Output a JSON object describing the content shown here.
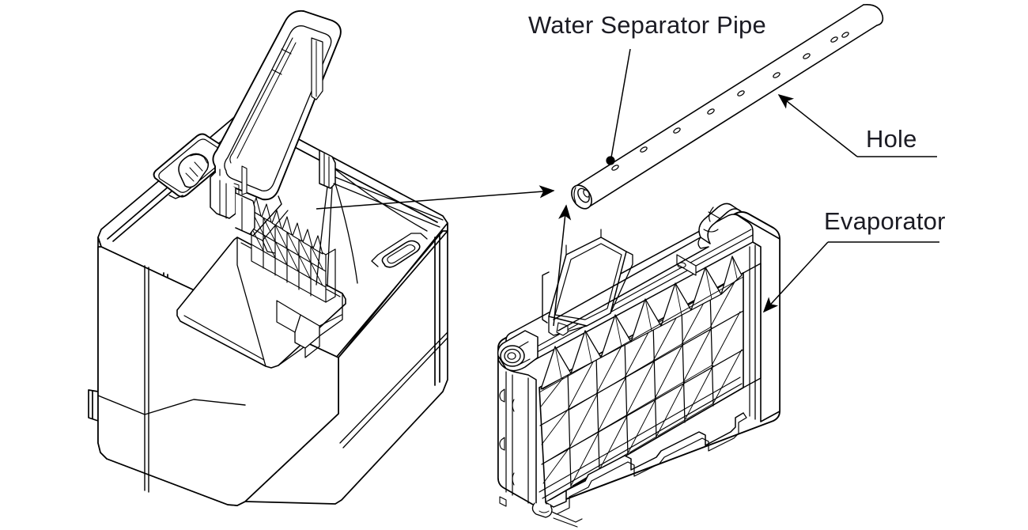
{
  "diagram": {
    "title": "Ice Maker Water Separator Pipe and Evaporator Exploded View",
    "background_color": "#ffffff",
    "line_color": "#000000",
    "text_color": "#1b1b23"
  },
  "labels": {
    "water_separator_pipe": "Water Separator Pipe",
    "hole": "Hole",
    "evaporator": "Evaporator"
  },
  "parts": [
    {
      "name": "ice-maker-body",
      "label": "",
      "description": "Portable ice maker cabinet with hinged lid open, water fill recess and ice basket handle slot"
    },
    {
      "name": "water-separator-pipe",
      "label": "Water Separator Pipe",
      "description": "Cylindrical perforated tube, open bore at lower-left end, capped at upper-right end",
      "hole_count": 9
    },
    {
      "name": "evaporator",
      "label": "Evaporator",
      "description": "Ice cube mold grid with triangular spike fingers, 3 rows of cells, side boss fitting and bent refrigerant tube"
    }
  ],
  "annotations": [
    {
      "name": "pipe-leader",
      "target": "water-separator-pipe",
      "terminator": "dot"
    },
    {
      "name": "hole-leader",
      "target": "pipe-hole",
      "terminator": "arrow"
    },
    {
      "name": "evaporator-leader",
      "target": "evaporator-frame",
      "terminator": "arrow"
    },
    {
      "name": "assembly-arrow-body-to-pipe",
      "target": "water-separator-pipe",
      "terminator": "arrow"
    },
    {
      "name": "assembly-arrow-evaporator-to-pipe",
      "target": "water-separator-pipe",
      "terminator": "arrow"
    }
  ],
  "chart_data": {
    "type": "table",
    "title": "Ice Maker Exploded View Callouts",
    "categories": [
      "Water Separator Pipe",
      "Hole",
      "Evaporator"
    ],
    "values": [
      1,
      9,
      1
    ]
  }
}
